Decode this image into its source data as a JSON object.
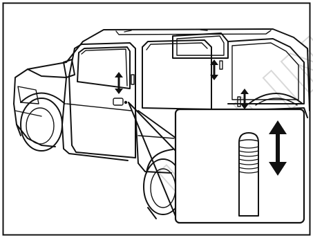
{
  "illustration": {
    "subject": "vehicle-door-lock-knobs",
    "lock_positions": [
      "driver-door-lock",
      "rear-side-lock",
      "rear-quarter-lock"
    ],
    "detail": "lock-knob-closeup",
    "icons": [
      "up-down-arrow-icon",
      "lock-knob-icon"
    ]
  },
  "watermark": {
    "text": "UNLINE"
  },
  "colors": {
    "line": "#111111",
    "background": "#ffffff",
    "watermark": "#d9d9d9"
  }
}
